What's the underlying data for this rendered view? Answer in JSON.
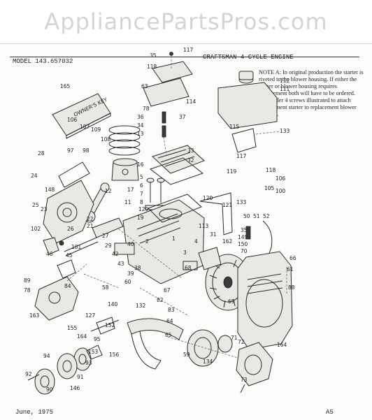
{
  "site": {
    "watermark": "AppliancePartsPros.com"
  },
  "header": {
    "model": "MODEL  143.657032",
    "engine_title": "CRAFTSMAN 4-CYCLE ENGINE"
  },
  "note": "NOTE A: In original production the starter is riveted to the blower housing. If either the starter or blower housing requires replacement both will have to be ordered. Also order 4 screws illustrated to attach replacement starter to replacement blower housing.",
  "footer": {
    "date": "June, 1975",
    "page": "A5"
  },
  "callouts": {
    "c1": "35",
    "c2": "117",
    "c3": "118",
    "c4": "63",
    "c5": "114",
    "c6": "165",
    "c7": "112",
    "c8": "111",
    "c9": "78",
    "c10": "36",
    "c11": "34",
    "c12": "13",
    "c13": "37",
    "c14": "115",
    "c15": "133",
    "c16": "117",
    "c17": "33",
    "c18": "32",
    "c19": "28",
    "c20": "106",
    "c21": "107",
    "c22": "109",
    "c23": "97",
    "c24": "108",
    "c25": "98",
    "c26": "16",
    "c27": "119",
    "c28": "118",
    "c29": "106",
    "c30": "24",
    "c31": "5",
    "c32": "6",
    "c33": "7",
    "c34": "8",
    "c35": "12",
    "c36": "17",
    "c37": "100",
    "c38": "148",
    "c39": "25",
    "c40": "23",
    "c41": "11",
    "c42": "129",
    "c43": "120",
    "c44": "105",
    "c45": "121",
    "c46": "133",
    "c47": "50",
    "c48": "51",
    "c49": "52",
    "c50": "22",
    "c51": "21",
    "c52": "26",
    "c53": "19",
    "c54": "113",
    "c55": "102",
    "c56": "101",
    "c57": "27",
    "c58": "29",
    "c59": "40",
    "c60": "2",
    "c61": "1",
    "c62": "4",
    "c63": "162",
    "c64": "35",
    "c65": "149",
    "c66": "150",
    "c67": "70",
    "c68": "31",
    "c69": "3",
    "c70": "46",
    "c71": "45",
    "c72": "42",
    "c73": "43",
    "c74": "38",
    "c75": "39",
    "c76": "68",
    "c77": "66",
    "c78": "61",
    "c79": "88",
    "c80": "89",
    "c81": "78",
    "c82": "84",
    "c83": "58",
    "c84": "60",
    "c85": "67",
    "c86": "69",
    "c87": "163",
    "c88": "140",
    "c89": "132",
    "c90": "82",
    "c91": "83",
    "c92": "64",
    "c93": "127",
    "c94": "155",
    "c95": "164",
    "c96": "152",
    "c97": "65",
    "c98": "95",
    "c99": "94",
    "c100": "153",
    "c101": "93",
    "c102": "156",
    "c103": "59",
    "c104": "134",
    "c105": "71",
    "c106": "72",
    "c107": "164",
    "c108": "92",
    "c109": "91",
    "c110": "90",
    "c111": "146",
    "c112": "73"
  }
}
